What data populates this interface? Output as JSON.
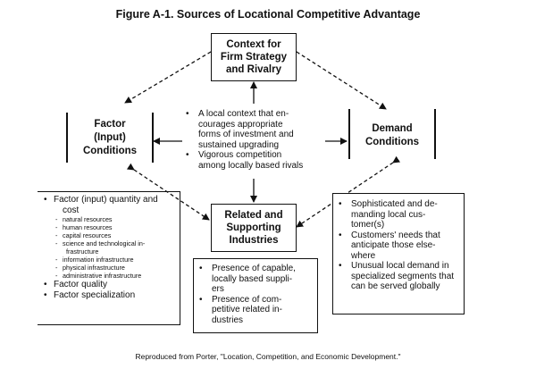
{
  "figure": {
    "title": "Figure A-1.  Sources of Locational Competitive Advantage"
  },
  "nodes": {
    "context": [
      "Context for",
      "Firm Strategy",
      "and Rivalry"
    ],
    "factor": [
      "Factor",
      "(Input)",
      "Conditions"
    ],
    "demand": [
      "Demand",
      "Conditions"
    ],
    "related": [
      "Related and",
      "Supporting",
      "Industries"
    ]
  },
  "center_notes": [
    "A local context that en-",
    "courages appropriate",
    "forms of investment and",
    "sustained upgrading",
    "Vigorous competition",
    "among locally based rivals"
  ],
  "factor_list": [
    {
      "type": "bullet",
      "text": "Factor (input) quantity and"
    },
    {
      "type": "cont",
      "text": "cost"
    },
    {
      "type": "sub",
      "text": "natural resources"
    },
    {
      "type": "sub",
      "text": "human resources"
    },
    {
      "type": "sub",
      "text": "capital resources"
    },
    {
      "type": "sub",
      "text": "science and technological in-"
    },
    {
      "type": "cont2",
      "text": "frastructure"
    },
    {
      "type": "sub",
      "text": "information infrastructure"
    },
    {
      "type": "sub",
      "text": "physical infrastructure"
    },
    {
      "type": "sub",
      "text": "administrative infrastructure"
    },
    {
      "type": "bullet",
      "text": "Factor quality"
    },
    {
      "type": "bullet",
      "text": "Factor specialization"
    }
  ],
  "demand_list": [
    "Sophisticated and de-",
    "manding local cus-",
    "tomer(s)",
    "Customers' needs that",
    "anticipate those else-",
    "where",
    "Unusual local demand in",
    "specialized segments that",
    "can be served globally"
  ],
  "related_list": [
    "Presence of capable,",
    "locally based suppli-",
    "ers",
    "Presence of com-",
    "petitive related in-",
    "dustries"
  ],
  "source": "Reproduced from Porter, \"Location, Competition, and Economic Development.\""
}
